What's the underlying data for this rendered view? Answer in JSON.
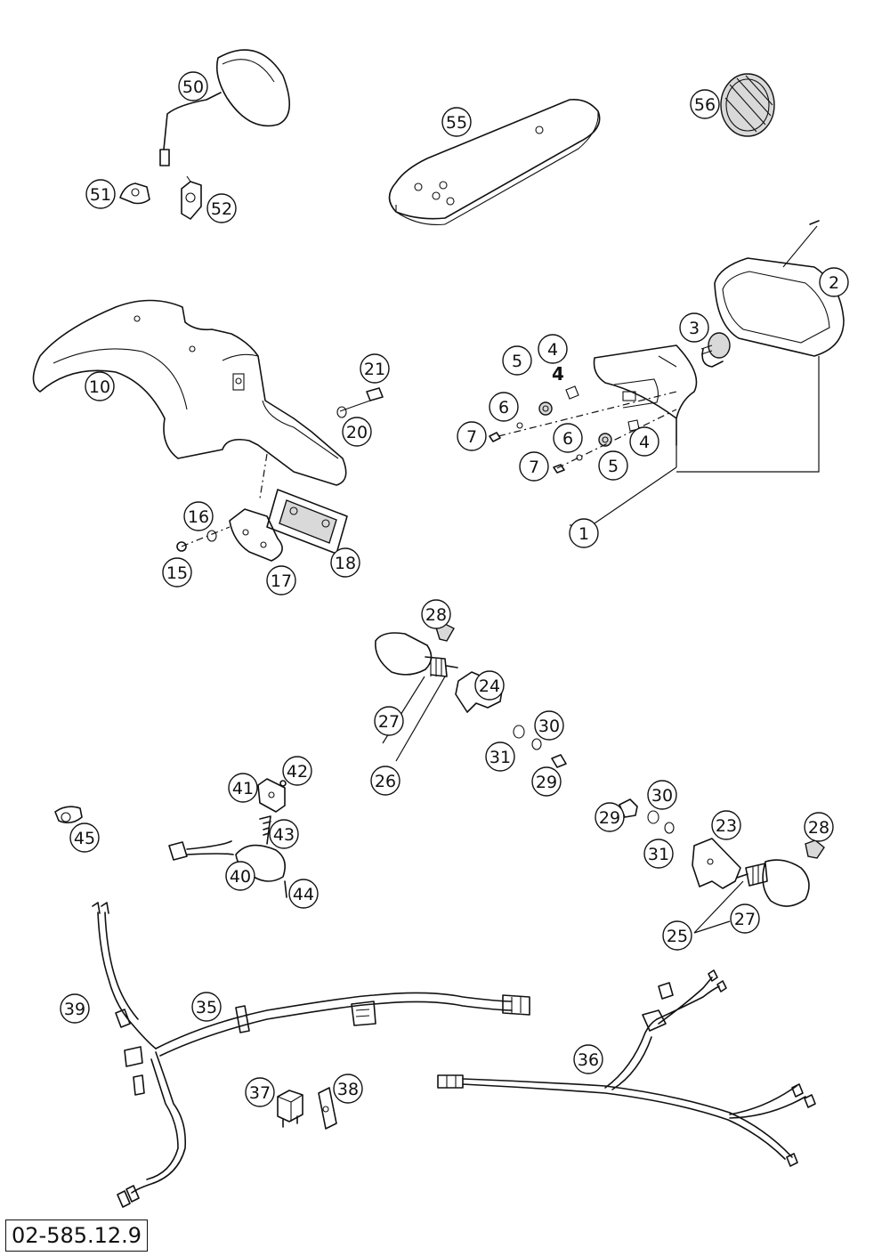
{
  "drawing_number": "02-585.12.9",
  "group_label": "4",
  "callouts": [
    {
      "id": "c50",
      "label": "50",
      "part": "mirror"
    },
    {
      "id": "c51",
      "label": "51",
      "part": "mirror-clamp"
    },
    {
      "id": "c52",
      "label": "52",
      "part": "mirror-clamp"
    },
    {
      "id": "c55",
      "label": "55",
      "part": "plate"
    },
    {
      "id": "c56",
      "label": "56",
      "part": "reflector"
    },
    {
      "id": "c2",
      "label": "2",
      "part": "tail-light-housing"
    },
    {
      "id": "c3",
      "label": "3",
      "part": "bulb"
    },
    {
      "id": "c10",
      "label": "10",
      "part": "rear-fender"
    },
    {
      "id": "c21",
      "label": "21",
      "part": "screw"
    },
    {
      "id": "c20",
      "label": "20",
      "part": "washer"
    },
    {
      "id": "c4a",
      "label": "4",
      "part": "spacer"
    },
    {
      "id": "c5a",
      "label": "5",
      "part": "rubber-grommet"
    },
    {
      "id": "c6a",
      "label": "6",
      "part": "washer"
    },
    {
      "id": "c7a",
      "label": "7",
      "part": "nut"
    },
    {
      "id": "c6b",
      "label": "6",
      "part": "washer"
    },
    {
      "id": "c4b",
      "label": "4",
      "part": "spacer"
    },
    {
      "id": "c7b",
      "label": "7",
      "part": "nut"
    },
    {
      "id": "c5b",
      "label": "5",
      "part": "rubber-grommet"
    },
    {
      "id": "c1",
      "label": "1",
      "part": "tail-light-assembly"
    },
    {
      "id": "c16",
      "label": "16",
      "part": "washer"
    },
    {
      "id": "c15",
      "label": "15",
      "part": "nut"
    },
    {
      "id": "c17",
      "label": "17",
      "part": "plate-bracket"
    },
    {
      "id": "c18",
      "label": "18",
      "part": "plate-light"
    },
    {
      "id": "c28a",
      "label": "28",
      "part": "bulb"
    },
    {
      "id": "c24",
      "label": "24",
      "part": "indicator-bracket"
    },
    {
      "id": "c27a",
      "label": "27",
      "part": "indicator-lens"
    },
    {
      "id": "c30a",
      "label": "30",
      "part": "washer"
    },
    {
      "id": "c31a",
      "label": "31",
      "part": "washer"
    },
    {
      "id": "c29a",
      "label": "29",
      "part": "nut"
    },
    {
      "id": "c26",
      "label": "26",
      "part": "indicator-front"
    },
    {
      "id": "c41",
      "label": "41",
      "part": "cover"
    },
    {
      "id": "c42",
      "label": "42",
      "part": "screw"
    },
    {
      "id": "c43",
      "label": "43",
      "part": "screw"
    },
    {
      "id": "c45",
      "label": "45",
      "part": "bulb-holder"
    },
    {
      "id": "c40",
      "label": "40",
      "part": "socket"
    },
    {
      "id": "c44",
      "label": "44",
      "part": "screw"
    },
    {
      "id": "c29b",
      "label": "29",
      "part": "nut"
    },
    {
      "id": "c30b",
      "label": "30",
      "part": "washer"
    },
    {
      "id": "c23",
      "label": "23",
      "part": "indicator-bracket"
    },
    {
      "id": "c28b",
      "label": "28",
      "part": "bulb"
    },
    {
      "id": "c31b",
      "label": "31",
      "part": "washer"
    },
    {
      "id": "c27b",
      "label": "27",
      "part": "indicator-lens"
    },
    {
      "id": "c25",
      "label": "25",
      "part": "indicator-rear"
    },
    {
      "id": "c39",
      "label": "39",
      "part": "wire"
    },
    {
      "id": "c35",
      "label": "35",
      "part": "main-harness"
    },
    {
      "id": "c36",
      "label": "36",
      "part": "rear-harness"
    },
    {
      "id": "c37",
      "label": "37",
      "part": "relay"
    },
    {
      "id": "c38",
      "label": "38",
      "part": "relay-holder"
    }
  ]
}
